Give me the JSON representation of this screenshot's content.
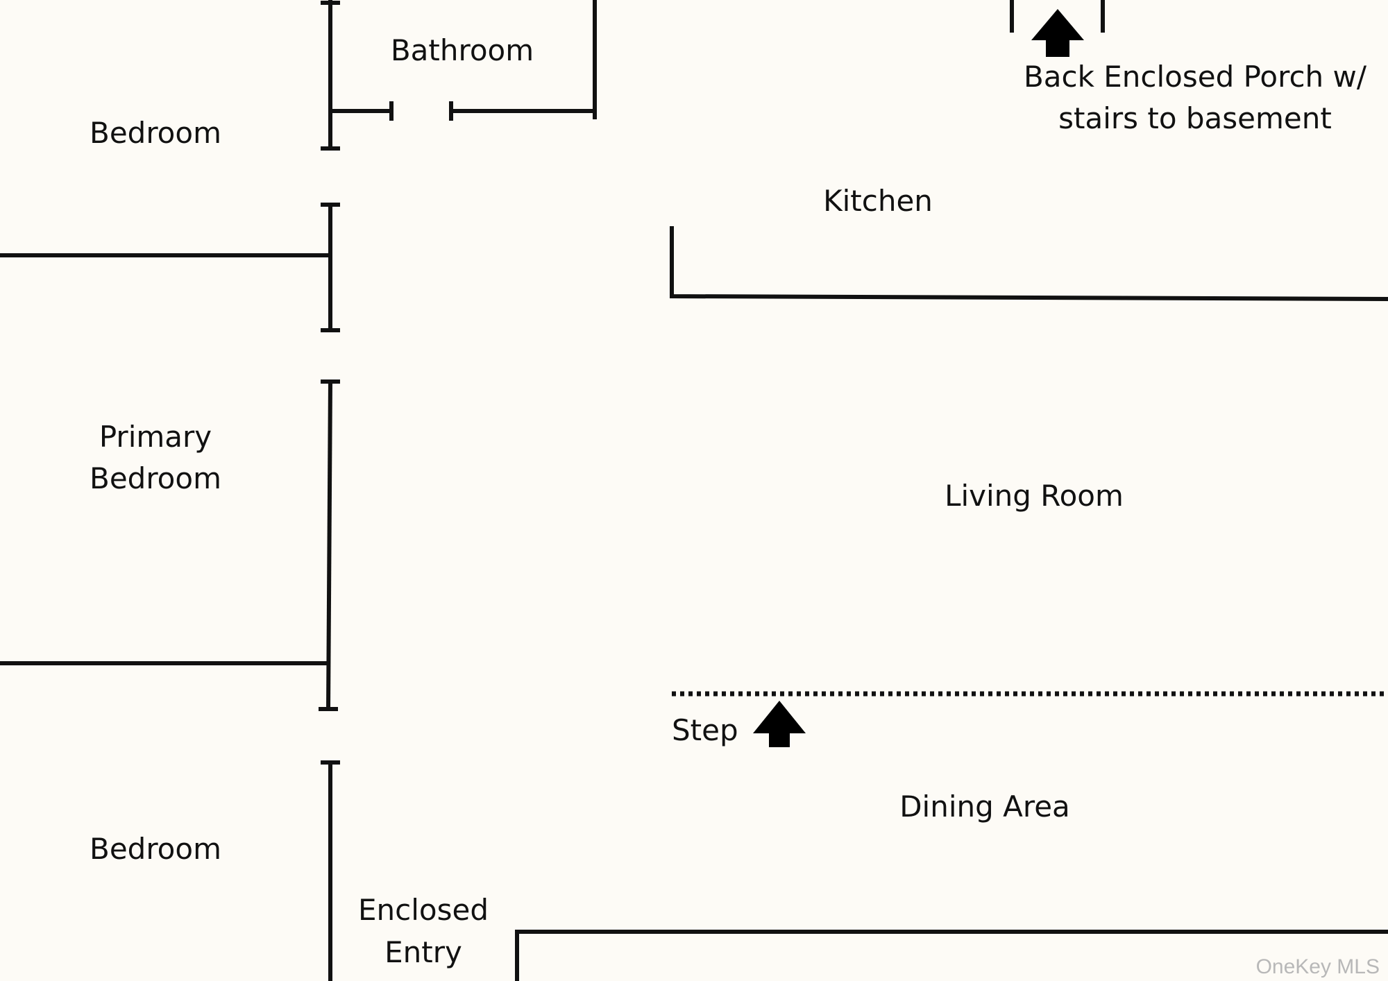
{
  "rooms": {
    "bedroom_top": "Bedroom",
    "bathroom": "Bathroom",
    "porch_line1": "Back Enclosed Porch w/",
    "porch_line2": "stairs to basement",
    "kitchen": "Kitchen",
    "primary_line1": "Primary",
    "primary_line2": "Bedroom",
    "living_room": "Living Room",
    "step": "Step",
    "dining_area": "Dining Area",
    "bedroom_bottom": "Bedroom",
    "entry_line1": "Enclosed",
    "entry_line2": "Entry"
  },
  "watermark": "OneKey MLS",
  "colors": {
    "background": "#fdfbf6",
    "ink": "#111111",
    "watermark": "#b8b8b8"
  }
}
